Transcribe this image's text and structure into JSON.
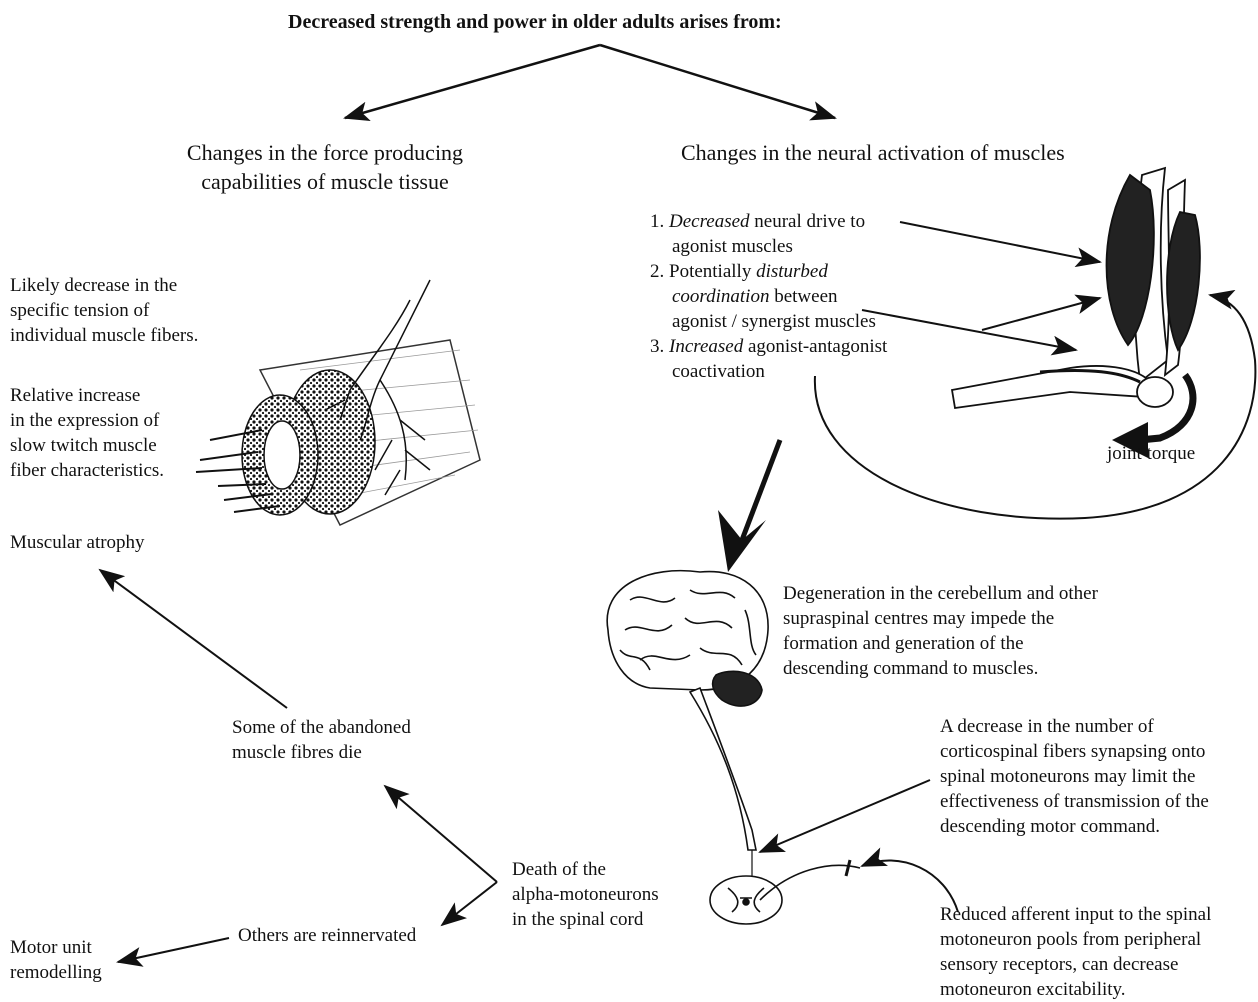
{
  "title": "Decreased strength and power in older adults arises from:",
  "left_branch": {
    "line1": "Changes in the force producing",
    "line2": "capabilities of muscle tissue"
  },
  "right_branch": {
    "label": "Changes in the neural activation of muscles"
  },
  "muscle_notes": {
    "tension": [
      "Likely decrease in the",
      "specific tension of",
      "individual muscle fibers."
    ],
    "slow_twitch": [
      "Relative increase",
      "in the expression of",
      "slow twitch muscle",
      "fiber characteristics."
    ]
  },
  "neural_list": {
    "item1": {
      "num": "1.",
      "em": "Decreased",
      "rest": " neural drive to",
      "line2": "agonist muscles"
    },
    "item2": {
      "num": "2. Potentially ",
      "em": "disturbed",
      "line2_em": "coordination",
      "line2_rest": " between",
      "line3": "agonist / synergist muscles"
    },
    "item3": {
      "num": "3.",
      "em": "Increased",
      "rest": " agonist-antagonist",
      "line2": "coactivation"
    }
  },
  "joint_torque": "joint torque",
  "muscular_atrophy": "Muscular atrophy",
  "cerebellum": [
    "Degeneration in the cerebellum and other",
    "supraspinal centres may impede the",
    "formation and generation of the",
    "descending command to muscles."
  ],
  "abandoned": [
    "Some of the abandoned",
    "muscle fibres die"
  ],
  "corticospinal": [
    "A decrease in the number of",
    "corticospinal fibers synapsing onto",
    "spinal motoneurons may limit the",
    "effectiveness of transmission of the",
    "descending motor command."
  ],
  "death": [
    "Death of the",
    "alpha-motoneurons",
    "in the spinal cord"
  ],
  "reinnervated": "Others are reinnervated",
  "remodelling": [
    "Motor unit",
    "remodelling"
  ],
  "afferent": [
    "Reduced afferent input to the spinal",
    "motoneuron pools from peripheral",
    "sensory receptors, can decrease",
    "motoneuron excitability."
  ]
}
